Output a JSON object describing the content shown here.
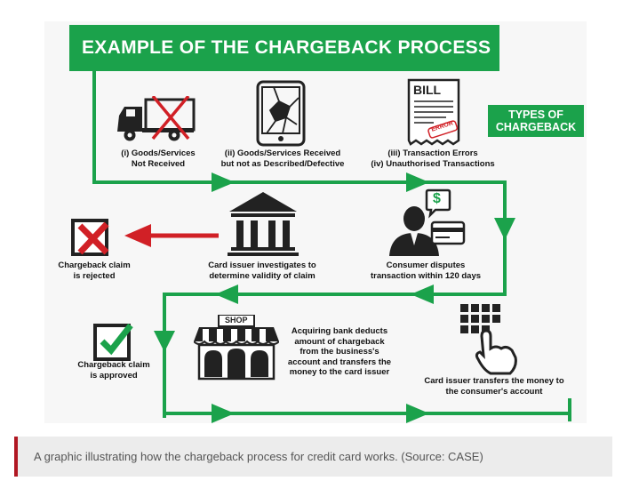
{
  "title": "EXAMPLE OF THE CHARGEBACK PROCESS",
  "types_label": {
    "line1": "TYPES OF",
    "line2": "CHARGEBACK"
  },
  "icons": {
    "truck": "crossed-out-truck-icon",
    "tablet": "cracked-tablet-icon",
    "bill": "bill-error-icon",
    "bank": "bank-building-icon",
    "rejected": "red-x-checkbox-icon",
    "consumer": "consumer-speech-dollar-icon",
    "approved": "green-check-checkbox-icon",
    "shop": "shop-storefront-icon",
    "keypad": "keypad-hand-icon"
  },
  "bill_text": "BILL",
  "error_stamp": "ERROR",
  "dollar_sign": "$",
  "shop_sign": "SHOP",
  "types": {
    "goods_not_received": {
      "line1": "(i) Goods/Services",
      "line2": "Not Received"
    },
    "not_as_described": {
      "line1": "(ii) Goods/Services Received",
      "line2": "but not as Described/Defective"
    },
    "errors": {
      "line1": "(iii) Transaction Errors",
      "line2": "(iv) Unauthorised Transactions"
    }
  },
  "steps": {
    "rejected": {
      "line1": "Chargeback claim",
      "line2": "is rejected"
    },
    "investigates": {
      "line1": "Card issuer investigates to",
      "line2": "determine validity of claim"
    },
    "disputes": {
      "line1": "Consumer disputes",
      "line2": "transaction within 120 days"
    },
    "approved": {
      "line1": "Chargeback claim",
      "line2": "is approved"
    },
    "acquiring": {
      "line1": "Acquiring bank deducts",
      "line2": "amount of chargeback",
      "line3": "from the business's",
      "line4": "account and transfers the",
      "line5": "money to the card issuer"
    },
    "transfers": {
      "line1": "Card issuer transfers the money to",
      "line2": "the consumer's account"
    }
  },
  "caption": "A graphic illustrating how the chargeback process for credit card works. (Source: CASE)",
  "colors": {
    "green": "#1ba24b",
    "red": "#d12026",
    "dark": "#222222",
    "caption_bar": "#b01722"
  }
}
